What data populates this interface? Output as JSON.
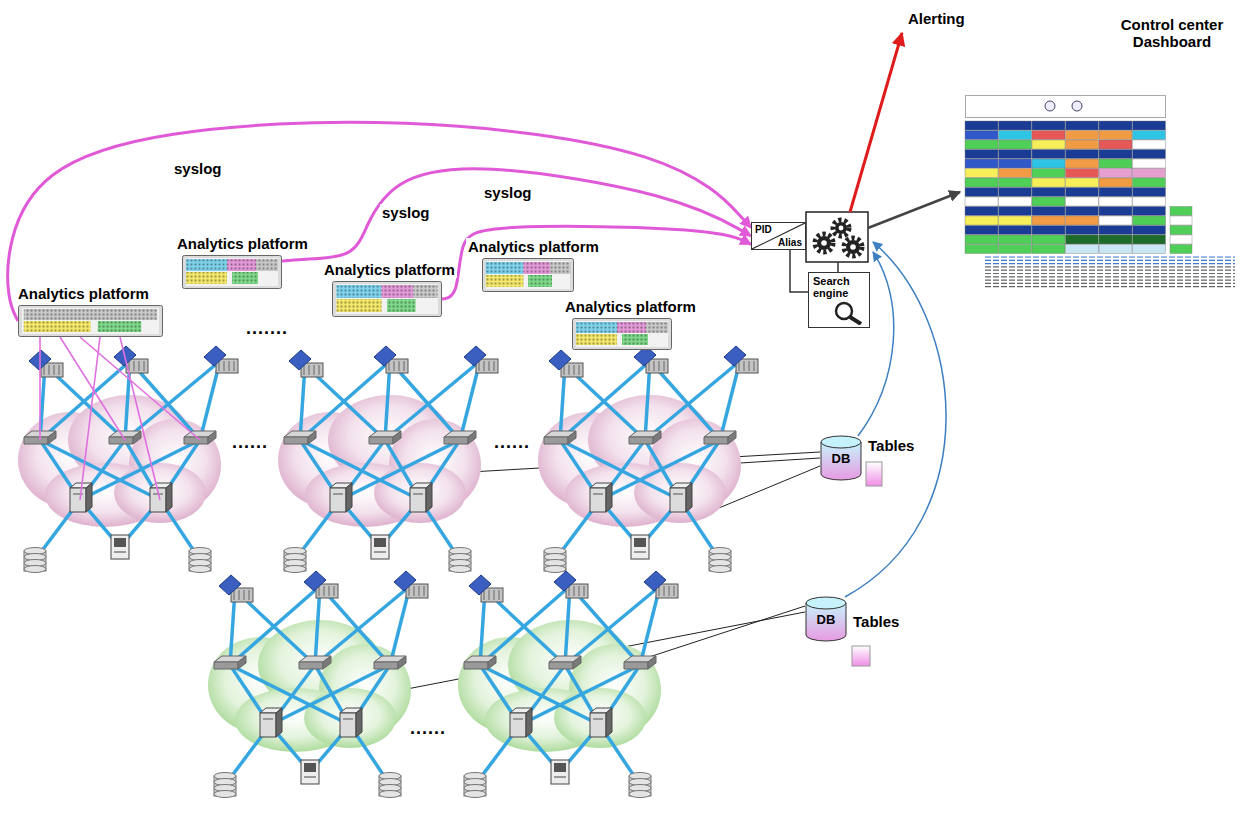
{
  "diagram": {
    "nodes": [
      {
        "text": [
          "Analytics platform"
        ]
      },
      {
        "text": [
          "Analytics platform"
        ]
      },
      {
        "text": [
          "Analytics platform"
        ]
      },
      {
        "text": [
          "Analytics platform"
        ]
      },
      {
        "text": [
          "Analytics platform"
        ]
      },
      {
        "text": [
          "PID",
          "Alias"
        ]
      },
      {
        "text": [
          "Search engine"
        ]
      },
      {
        "text": [
          "Control center Dashboard"
        ]
      },
      {
        "text": [
          "DB",
          "Tables"
        ]
      },
      {
        "text": [
          "DB",
          "Tables"
        ]
      }
    ],
    "edges": [
      {
        "from": 0,
        "to": 5,
        "label": "syslog",
        "arrow": "to"
      },
      {
        "from": 1,
        "to": 5,
        "label": "syslog",
        "arrow": "to"
      },
      {
        "from": 2,
        "to": 5,
        "label": "syslog",
        "arrow": "to"
      }
    ],
    "labels": [
      "Alerting",
      ".......",
      "......",
      "......",
      "......"
    ]
  }
}
